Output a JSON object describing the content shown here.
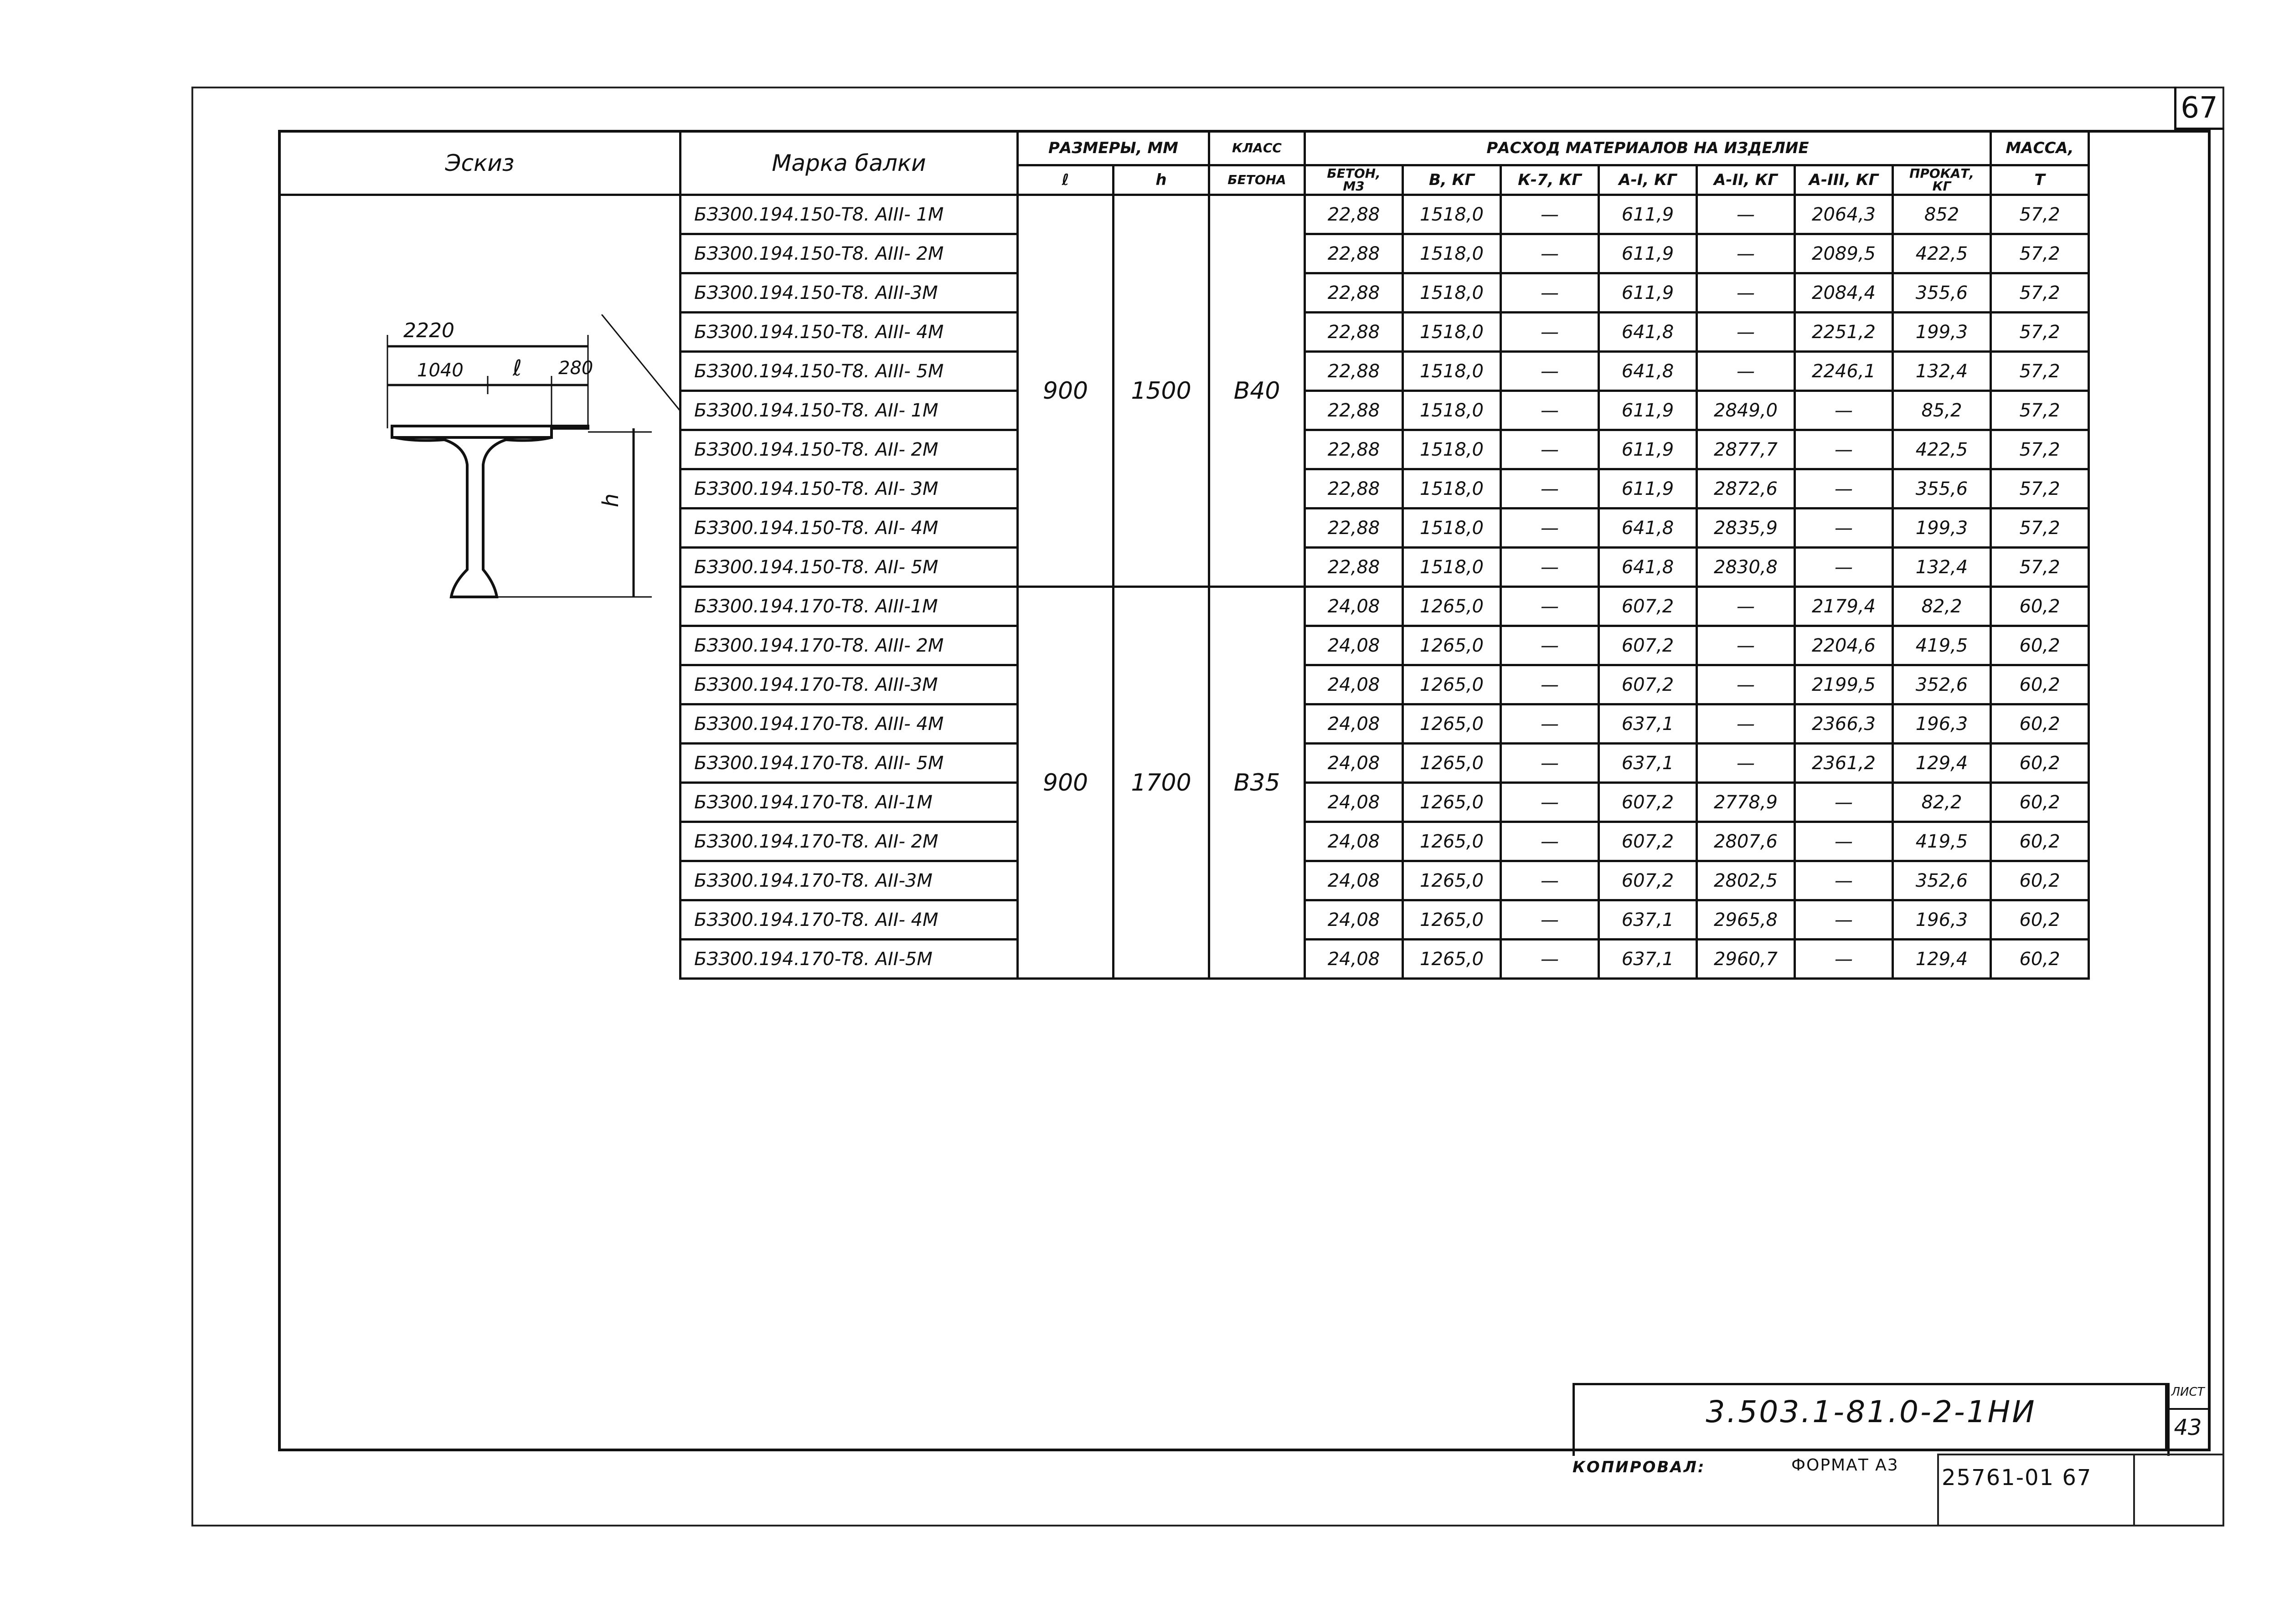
{
  "page_number": "67",
  "table": {
    "headers": {
      "sketch": "Эскиз",
      "mark": "Марка балки",
      "dimensions": "РАЗМЕРЫ, ММ",
      "dim_l": "ℓ",
      "dim_h": "h",
      "concrete_class_line1": "КЛАСС",
      "concrete_class_line2": "БЕТОНА",
      "consumption": "РАСХОД   МАТЕРИАЛОВ   НА   ИЗДЕЛИЕ",
      "concrete_m3_line1": "БЕТОН,",
      "concrete_m3_line2": "М3",
      "col_b": "В, КГ",
      "col_k7": "К-7, КГ",
      "col_a1": "А-I, КГ",
      "col_a2": "А-II, КГ",
      "col_a3": "А-III, КГ",
      "col_rolled_line1": "ПРОКАТ,",
      "col_rolled_line2": "КГ",
      "mass_line1": "МАССА,",
      "mass_line2": "Т"
    },
    "groups": [
      {
        "l": "900",
        "h": "1500",
        "concrete_class": "B40",
        "rows": [
          {
            "mark": "БЗЗ00.194.150-Т8. АIII- 1М",
            "concrete": "22,88",
            "b": "1518,0",
            "k7": "—",
            "a1": "611,9",
            "a2": "—",
            "a3": "2064,3",
            "rolled": "852",
            "mass": "57,2"
          },
          {
            "mark": "БЗЗ00.194.150-Т8. АIII- 2М",
            "concrete": "22,88",
            "b": "1518,0",
            "k7": "—",
            "a1": "611,9",
            "a2": "—",
            "a3": "2089,5",
            "rolled": "422,5",
            "mass": "57,2"
          },
          {
            "mark": "БЗЗ00.194.150-Т8. АIII-3М",
            "concrete": "22,88",
            "b": "1518,0",
            "k7": "—",
            "a1": "611,9",
            "a2": "—",
            "a3": "2084,4",
            "rolled": "355,6",
            "mass": "57,2"
          },
          {
            "mark": "БЗЗ00.194.150-Т8. АIII- 4М",
            "concrete": "22,88",
            "b": "1518,0",
            "k7": "—",
            "a1": "641,8",
            "a2": "—",
            "a3": "2251,2",
            "rolled": "199,3",
            "mass": "57,2"
          },
          {
            "mark": "БЗЗ00.194.150-Т8. АIII- 5М",
            "concrete": "22,88",
            "b": "1518,0",
            "k7": "—",
            "a1": "641,8",
            "a2": "—",
            "a3": "2246,1",
            "rolled": "132,4",
            "mass": "57,2"
          },
          {
            "mark": "БЗЗ00.194.150-Т8. АII- 1М",
            "concrete": "22,88",
            "b": "1518,0",
            "k7": "—",
            "a1": "611,9",
            "a2": "2849,0",
            "a3": "—",
            "rolled": "85,2",
            "mass": "57,2"
          },
          {
            "mark": "БЗЗ00.194.150-Т8. АII- 2М",
            "concrete": "22,88",
            "b": "1518,0",
            "k7": "—",
            "a1": "611,9",
            "a2": "2877,7",
            "a3": "—",
            "rolled": "422,5",
            "mass": "57,2"
          },
          {
            "mark": "БЗЗ00.194.150-Т8. АII- 3М",
            "concrete": "22,88",
            "b": "1518,0",
            "k7": "—",
            "a1": "611,9",
            "a2": "2872,6",
            "a3": "—",
            "rolled": "355,6",
            "mass": "57,2"
          },
          {
            "mark": "БЗЗ00.194.150-Т8. АII- 4М",
            "concrete": "22,88",
            "b": "1518,0",
            "k7": "—",
            "a1": "641,8",
            "a2": "2835,9",
            "a3": "—",
            "rolled": "199,3",
            "mass": "57,2"
          },
          {
            "mark": "БЗЗ00.194.150-Т8. АII- 5М",
            "concrete": "22,88",
            "b": "1518,0",
            "k7": "—",
            "a1": "641,8",
            "a2": "2830,8",
            "a3": "—",
            "rolled": "132,4",
            "mass": "57,2"
          }
        ]
      },
      {
        "l": "900",
        "h": "1700",
        "concrete_class": "B35",
        "rows": [
          {
            "mark": "БЗЗ00.194.170-Т8. АIII-1М",
            "concrete": "24,08",
            "b": "1265,0",
            "k7": "—",
            "a1": "607,2",
            "a2": "—",
            "a3": "2179,4",
            "rolled": "82,2",
            "mass": "60,2"
          },
          {
            "mark": "БЗЗ00.194.170-Т8. АIII- 2М",
            "concrete": "24,08",
            "b": "1265,0",
            "k7": "—",
            "a1": "607,2",
            "a2": "—",
            "a3": "2204,6",
            "rolled": "419,5",
            "mass": "60,2"
          },
          {
            "mark": "БЗЗ00.194.170-Т8. АIII-3М",
            "concrete": "24,08",
            "b": "1265,0",
            "k7": "—",
            "a1": "607,2",
            "a2": "—",
            "a3": "2199,5",
            "rolled": "352,6",
            "mass": "60,2"
          },
          {
            "mark": "БЗЗ00.194.170-Т8. АIII- 4М",
            "concrete": "24,08",
            "b": "1265,0",
            "k7": "—",
            "a1": "637,1",
            "a2": "—",
            "a3": "2366,3",
            "rolled": "196,3",
            "mass": "60,2"
          },
          {
            "mark": "БЗЗ00.194.170-Т8. АIII- 5М",
            "concrete": "24,08",
            "b": "1265,0",
            "k7": "—",
            "a1": "637,1",
            "a2": "—",
            "a3": "2361,2",
            "rolled": "129,4",
            "mass": "60,2"
          },
          {
            "mark": "БЗЗ00.194.170-Т8. АII-1М",
            "concrete": "24,08",
            "b": "1265,0",
            "k7": "—",
            "a1": "607,2",
            "a2": "2778,9",
            "a3": "—",
            "rolled": "82,2",
            "mass": "60,2"
          },
          {
            "mark": "БЗЗ00.194.170-Т8. АII- 2М",
            "concrete": "24,08",
            "b": "1265,0",
            "k7": "—",
            "a1": "607,2",
            "a2": "2807,6",
            "a3": "—",
            "rolled": "419,5",
            "mass": "60,2"
          },
          {
            "mark": "БЗЗ00.194.170-Т8. АII-3М",
            "concrete": "24,08",
            "b": "1265,0",
            "k7": "—",
            "a1": "607,2",
            "a2": "2802,5",
            "a3": "—",
            "rolled": "352,6",
            "mass": "60,2"
          },
          {
            "mark": "БЗЗ00.194.170-Т8. АII- 4М",
            "concrete": "24,08",
            "b": "1265,0",
            "k7": "—",
            "a1": "637,1",
            "a2": "2965,8",
            "a3": "—",
            "rolled": "196,3",
            "mass": "60,2"
          },
          {
            "mark": "БЗЗ00.194.170-Т8. АII-5М",
            "concrete": "24,08",
            "b": "1265,0",
            "k7": "—",
            "a1": "637,1",
            "a2": "2960,7",
            "a3": "—",
            "rolled": "129,4",
            "mass": "60,2"
          }
        ]
      }
    ]
  },
  "sketch": {
    "dim_total": "2220",
    "dim_left": "1040",
    "dim_l": "ℓ",
    "dim_right": "280",
    "dim_h": "h"
  },
  "title_block": {
    "document_code": "3.503.1-81.0-2-1НИ",
    "sheet_label": "ЛИСТ",
    "sheet_number": "43",
    "copied_label": "КОПИРОВАЛ:",
    "format_label": "ФОРМАТ А3",
    "registration_number": "25761-01   67"
  }
}
